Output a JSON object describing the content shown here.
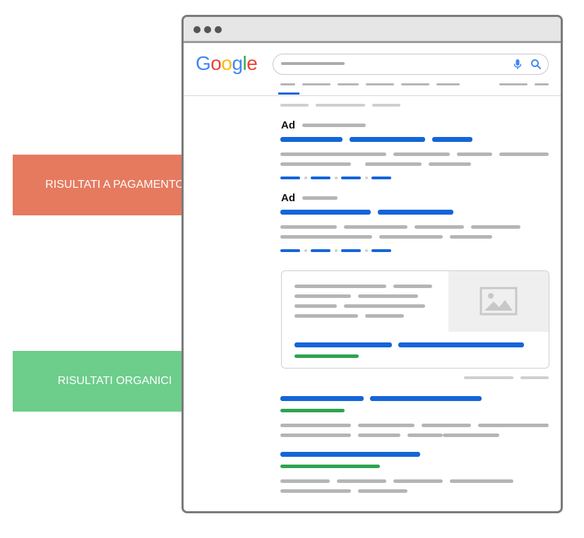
{
  "callouts": {
    "paid_label": "RISULTATI A PAGAMENTO",
    "organic_label": "RISULTATI ORGANICI"
  },
  "logo": {
    "text_letters": [
      "G",
      "o",
      "o",
      "g",
      "l",
      "e"
    ],
    "letter_colors": [
      "#4285F4",
      "#EA4335",
      "#FBBC05",
      "#4285F4",
      "#34A853",
      "#EA4335"
    ]
  },
  "ads": {
    "first_label": "Ad",
    "second_label": "Ad"
  },
  "icons": {
    "search_bar": [
      "microphone-icon",
      "magnifier-icon"
    ],
    "card": "image-placeholder-icon"
  },
  "colors": {
    "paid_accent": "#e57a5f",
    "organic_accent": "#6dcd8b",
    "link_blue": "#1565d8",
    "url_green": "#2ea44f",
    "placeholder_gray": "#b5b5b5"
  }
}
